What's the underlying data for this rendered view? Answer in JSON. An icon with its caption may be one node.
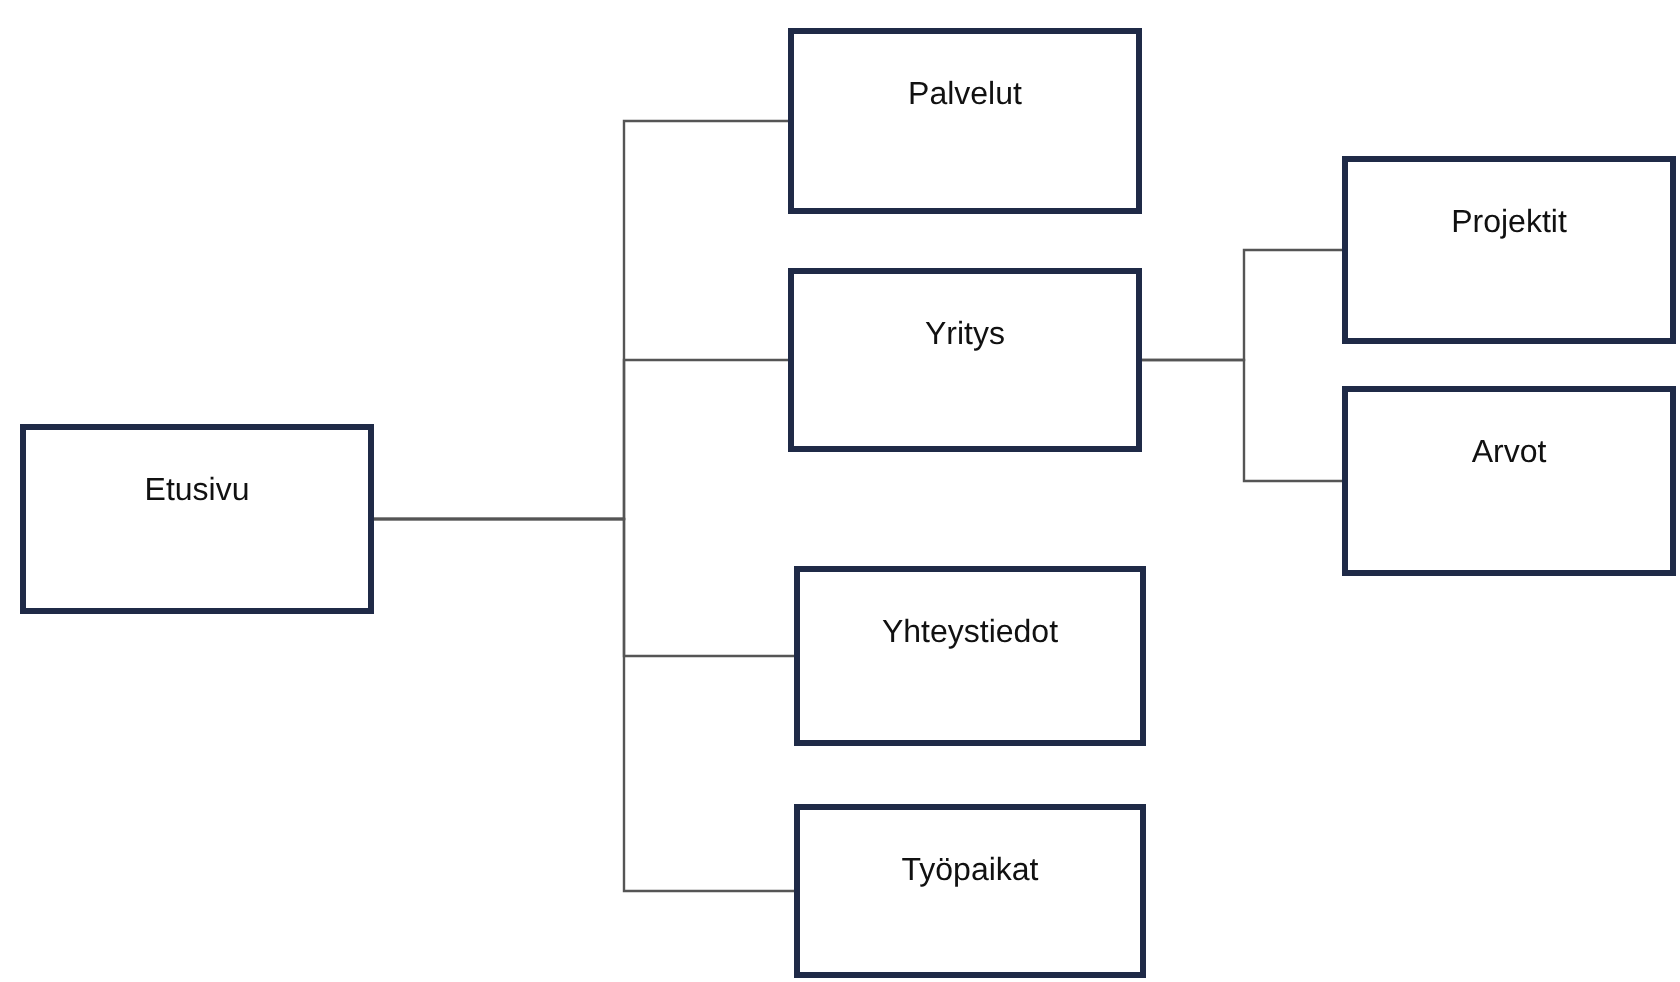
{
  "diagram": {
    "nodes": [
      {
        "text": [
          "Etusivu"
        ]
      },
      {
        "text": [
          "Palvelut"
        ]
      },
      {
        "text": [
          "Yritys"
        ]
      },
      {
        "text": [
          "Yhteystiedot"
        ]
      },
      {
        "text": [
          "Työpaikat"
        ]
      },
      {
        "text": [
          "Projektit"
        ]
      },
      {
        "text": [
          "Arvot"
        ]
      }
    ],
    "edges": [
      {
        "from": 0,
        "to": 1,
        "arrow": "none"
      },
      {
        "from": 0,
        "to": 2,
        "arrow": "none"
      },
      {
        "from": 0,
        "to": 3,
        "arrow": "none"
      },
      {
        "from": 0,
        "to": 4,
        "arrow": "none"
      },
      {
        "from": 2,
        "to": 5,
        "arrow": "none"
      },
      {
        "from": 2,
        "to": 6,
        "arrow": "none"
      }
    ]
  }
}
